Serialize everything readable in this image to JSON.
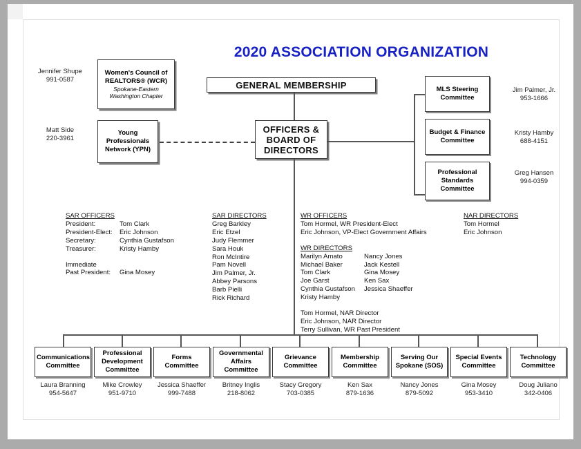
{
  "document": {
    "title": "2020 ASSOCIATION ORGANIZATION",
    "title_color": "#1822c4"
  },
  "top_nodes": {
    "general_membership": "GENERAL MEMBERSHIP",
    "officers_board": "OFFICERS & BOARD OF DIRECTORS"
  },
  "left_affiliates": [
    {
      "box_title": "Women's Council of REALTORS® (WCR)",
      "box_subtitle": "Spokane-Eastern Washington Chapter",
      "contact_name": "Jennifer Shupe",
      "contact_phone": "991-0587"
    },
    {
      "box_title": "Young Professionals Network (YPN)",
      "box_subtitle": "",
      "contact_name": "Matt Side",
      "contact_phone": "220-3961"
    }
  ],
  "right_committees": [
    {
      "name": "MLS Steering Committee",
      "contact_name": "Jim Palmer, Jr.",
      "contact_phone": "953-1666"
    },
    {
      "name": "Budget & Finance Committee",
      "contact_name": "Kristy Hamby",
      "contact_phone": "688-4151"
    },
    {
      "name": "Professional Standards Committee",
      "contact_name": "Greg Hansen",
      "contact_phone": "994-0359"
    }
  ],
  "sar_officers": {
    "heading": "SAR OFFICERS",
    "rows": [
      {
        "role": "President:",
        "person": "Tom Clark"
      },
      {
        "role": "President-Elect:",
        "person": "Eric Johnson"
      },
      {
        "role": "Secretary:",
        "person": "Cynthia Gustafson"
      },
      {
        "role": "Treasurer:",
        "person": "Kristy Hamby"
      }
    ],
    "immediate_label": "Immediate",
    "past_president_label": "Past President:",
    "past_president_person": "Gina Mosey"
  },
  "sar_directors": {
    "heading": "SAR DIRECTORS",
    "names": [
      "Greg Barkley",
      "Eric Etzel",
      "Judy Flemmer",
      "Sara Houk",
      "Ron McIntire",
      "Pam Novell",
      "Jim Palmer, Jr.",
      "Abbey Parsons",
      "Barb Pielli",
      "Rick Richard"
    ]
  },
  "wr_officers": {
    "heading": "WR OFFICERS",
    "lines": [
      "Tom Hormel, WR President-Elect",
      "Eric Johnson, VP-Elect Government Affairs"
    ]
  },
  "wr_directors": {
    "heading": "WR DIRECTORS",
    "column_left": [
      "Marilyn Amato",
      "Michael Baker",
      "Tom Clark",
      "Joe Garst",
      "Cynthia Gustafson",
      "Kristy Hamby"
    ],
    "column_right": [
      "Nancy Jones",
      "Jack Kestell",
      "Gina Mosey",
      "Ken Sax",
      "Jessica Shaeffer"
    ],
    "footer_lines": [
      "Tom Hormel, NAR Director",
      "Eric Johnson, NAR Director",
      "Terry Sullivan, WR Past President"
    ]
  },
  "nar_directors": {
    "heading": "NAR DIRECTORS",
    "names": [
      "Tom Hormel",
      "Eric Johnson"
    ]
  },
  "bottom_committees": [
    {
      "name": "Communications Committee",
      "contact_name": "Laura Branning",
      "contact_phone": "954-5647"
    },
    {
      "name": "Professional Development Committee",
      "contact_name": "Mike Crowley",
      "contact_phone": "951-9710"
    },
    {
      "name": "Forms Committee",
      "contact_name": "Jessica Shaeffer",
      "contact_phone": "999-7488"
    },
    {
      "name": "Governmental Affairs Committee",
      "contact_name": "Britney Inglis",
      "contact_phone": "218-8062"
    },
    {
      "name": "Grievance Committee",
      "contact_name": "Stacy Gregory",
      "contact_phone": "703-0385"
    },
    {
      "name": "Membership Committee",
      "contact_name": "Ken Sax",
      "contact_phone": "879-1636"
    },
    {
      "name": "Serving Our Spokane (SOS)",
      "contact_name": "Nancy Jones",
      "contact_phone": "879-5092"
    },
    {
      "name": "Special Events Committee",
      "contact_name": "Gina Mosey",
      "contact_phone": "953-3410"
    },
    {
      "name": "Technology Committee",
      "contact_name": "Doug Juliano",
      "contact_phone": "342-0406"
    }
  ]
}
